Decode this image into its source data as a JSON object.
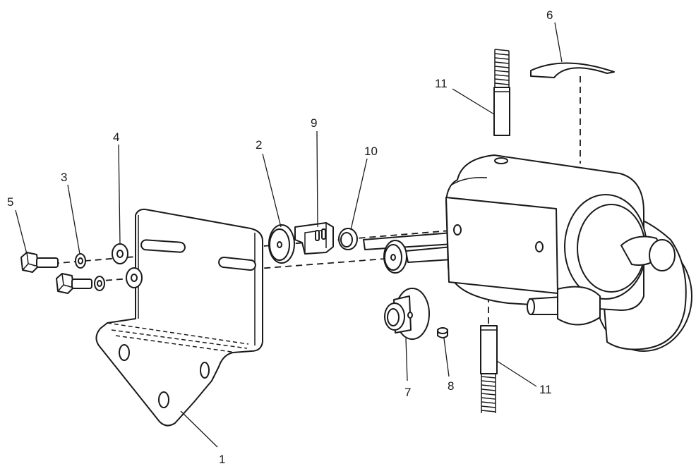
{
  "callouts": {
    "c1": "1",
    "c2": "2",
    "c3": "3",
    "c4": "4",
    "c5": "5",
    "c6": "6",
    "c7": "7",
    "c8": "8",
    "c9": "9",
    "c10": "10",
    "c11_top": "11",
    "c11_bottom": "11"
  }
}
